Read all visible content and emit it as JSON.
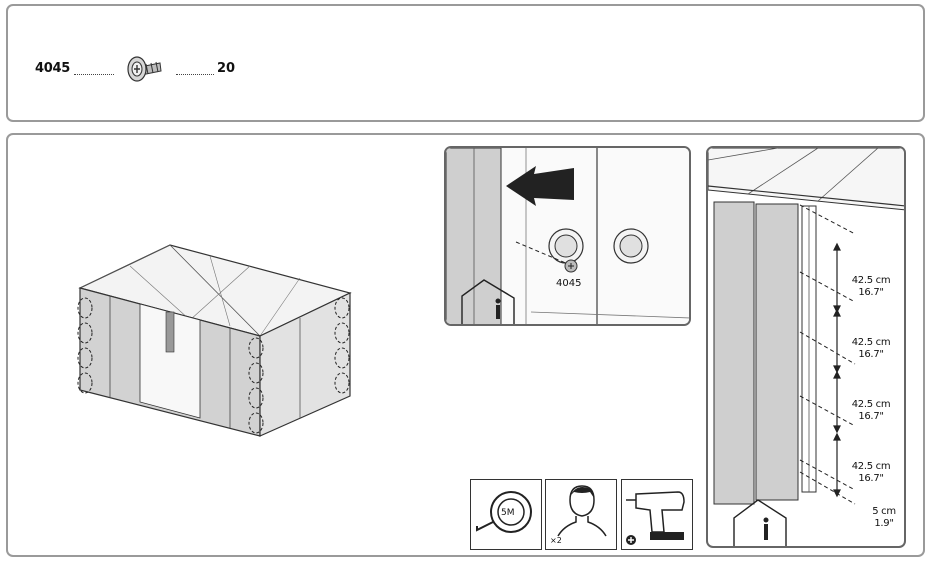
{
  "parts": {
    "part_code": "4045",
    "quantity": "20"
  },
  "detail": {
    "screw_label": "4045"
  },
  "measurements": [
    {
      "cm": "42.5 cm",
      "inch": "16.7\""
    },
    {
      "cm": "42.5 cm",
      "inch": "16.7\""
    },
    {
      "cm": "42.5 cm",
      "inch": "16.7\""
    },
    {
      "cm": "42.5 cm",
      "inch": "16.7\""
    },
    {
      "cm": "5 cm",
      "inch": "1.9\""
    }
  ],
  "tools": {
    "tape_label": "5M",
    "people_count": "×2"
  }
}
